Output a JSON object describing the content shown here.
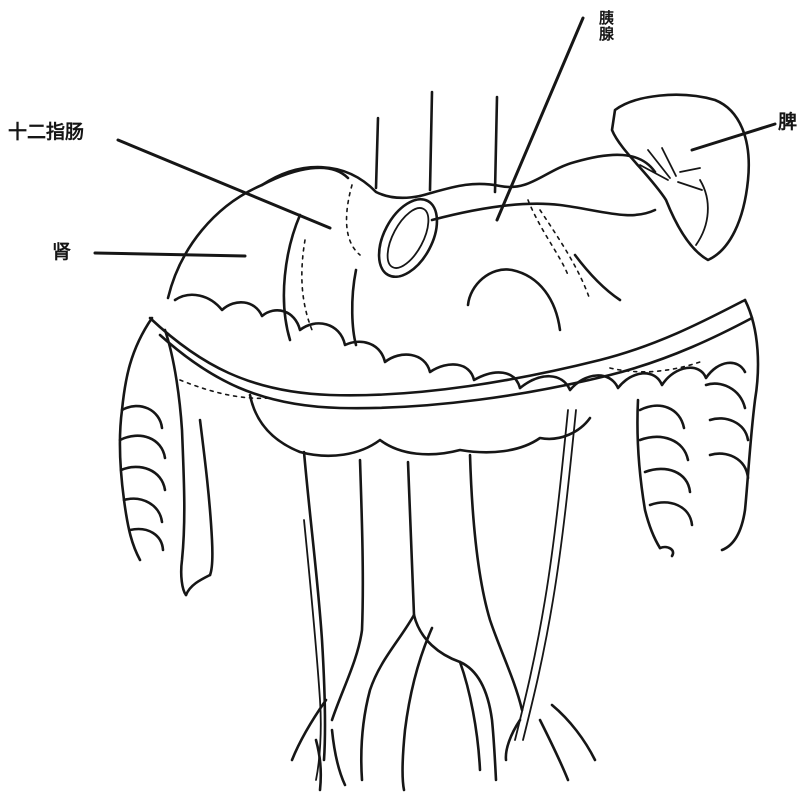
{
  "labels": {
    "duodenum": "十二指肠",
    "kidney": "肾",
    "pancreas": "胰腺",
    "spleen": "脾"
  },
  "colors": {
    "ink": "#161616",
    "paper": "#ffffff"
  }
}
